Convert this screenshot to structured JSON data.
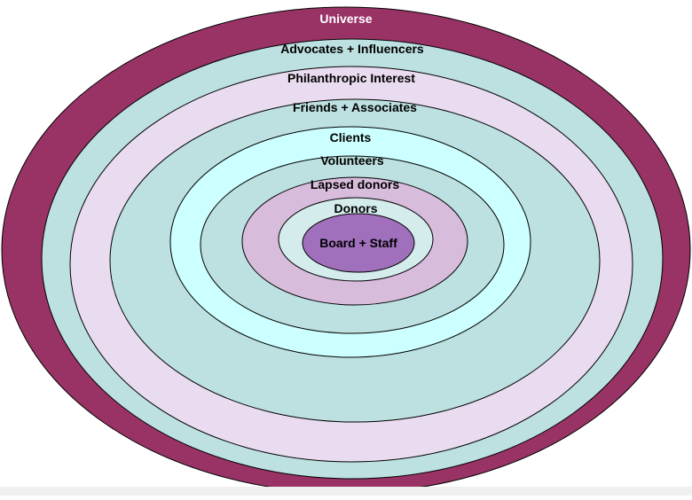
{
  "rings": [
    {
      "id": "universe",
      "label": "Universe",
      "fill": "#993366",
      "text_color": "#ffffff"
    },
    {
      "id": "advocates-influencers",
      "label": "Advocates + Influencers",
      "fill": "#bde0e0",
      "text_color": "#000000"
    },
    {
      "id": "philanthropic-interest",
      "label": "Philanthropic Interest",
      "fill": "#eadcf0",
      "text_color": "#000000"
    },
    {
      "id": "friends-associates",
      "label": "Friends + Associates",
      "fill": "#bde0e0",
      "text_color": "#000000"
    },
    {
      "id": "clients",
      "label": "Clients",
      "fill": "#ccffff",
      "text_color": "#000000"
    },
    {
      "id": "volunteers",
      "label": "Volunteers",
      "fill": "#bde0e0",
      "text_color": "#000000"
    },
    {
      "id": "lapsed-donors",
      "label": "Lapsed donors",
      "fill": "#d8bcdc",
      "text_color": "#000000"
    },
    {
      "id": "donors",
      "label": "Donors",
      "fill": "#d4ecec",
      "text_color": "#000000"
    },
    {
      "id": "board-staff",
      "label": "Board + Staff",
      "fill": "#a070bc",
      "text_color": "#000000"
    }
  ]
}
